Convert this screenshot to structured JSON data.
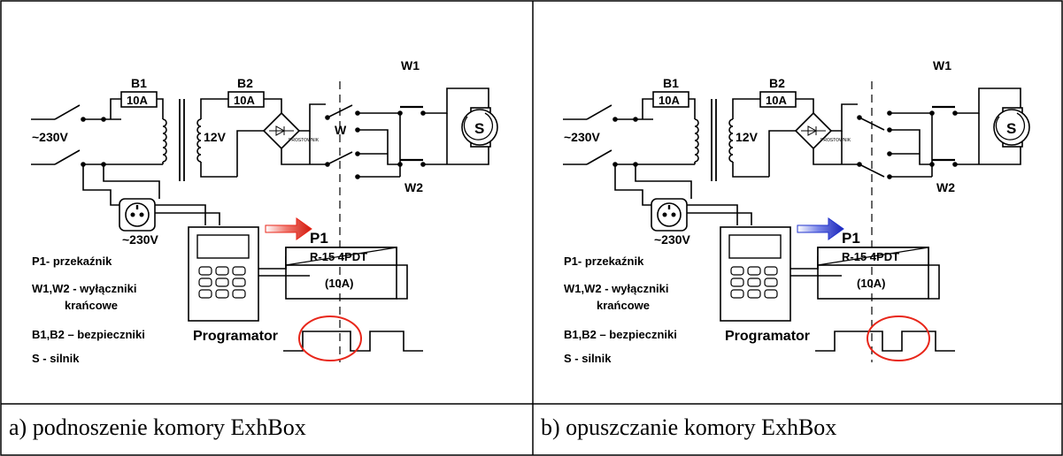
{
  "panels": [
    {
      "id": "a",
      "caption": "a) podnoszenie komory ExhBox",
      "arrow_color": "#e8261a",
      "switch_state": "up",
      "labels": {
        "b1": "B1",
        "b2": "B2",
        "b1_rating": "10A",
        "b2_rating": "10A",
        "w1": "W1",
        "w2": "W2",
        "w": "W",
        "mains": "~230V",
        "dc": "12V",
        "socket": "~230V",
        "rectifier": "PROSTOWNIK",
        "motor": "S",
        "relay_name": "P1",
        "relay_model": "R-15 4PDT",
        "relay_rating": "(10A)",
        "programmer": "Programator",
        "legend": [
          "P1- przekaźnik",
          "W1,W2 -  wyłączniki",
          "krańcowe",
          "B1,B2 – bezpieczniki",
          "S - silnik"
        ]
      }
    },
    {
      "id": "b",
      "caption": "b) opuszczanie komory ExhBox",
      "arrow_color": "#2233cc",
      "switch_state": "down",
      "labels": {
        "b1": "B1",
        "b2": "B2",
        "b1_rating": "10A",
        "b2_rating": "10A",
        "w1": "W1",
        "w2": "W2",
        "w": "",
        "mains": "~230V",
        "dc": "12V",
        "socket": "~230V",
        "rectifier": "PROSTOWNIK",
        "motor": "S",
        "relay_name": "P1",
        "relay_model": "R-15 4PDT",
        "relay_rating": "(10A)",
        "programmer": "Programator",
        "legend": [
          "P1- przekaźnik",
          "W1,W2 -  wyłączniki",
          "krańcowe",
          "B1,B2 – bezpieczniki",
          "S - silnik"
        ]
      }
    }
  ]
}
